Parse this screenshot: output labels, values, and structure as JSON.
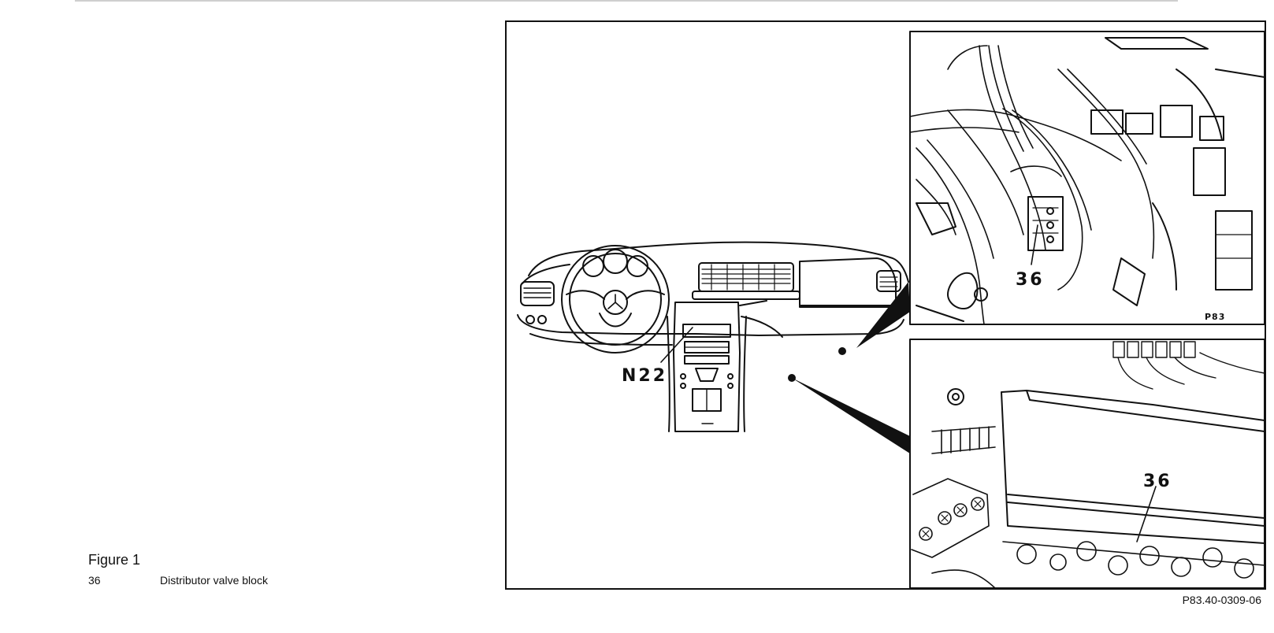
{
  "figure": {
    "title": "Figure 1",
    "legend": [
      {
        "number": "36",
        "description": "Distributor valve block"
      }
    ],
    "callouts": {
      "main": "N22",
      "inset_top": "36",
      "inset_top_corner": "P83",
      "inset_bottom": "36"
    },
    "reference_code": "P83.40-0309-06"
  }
}
